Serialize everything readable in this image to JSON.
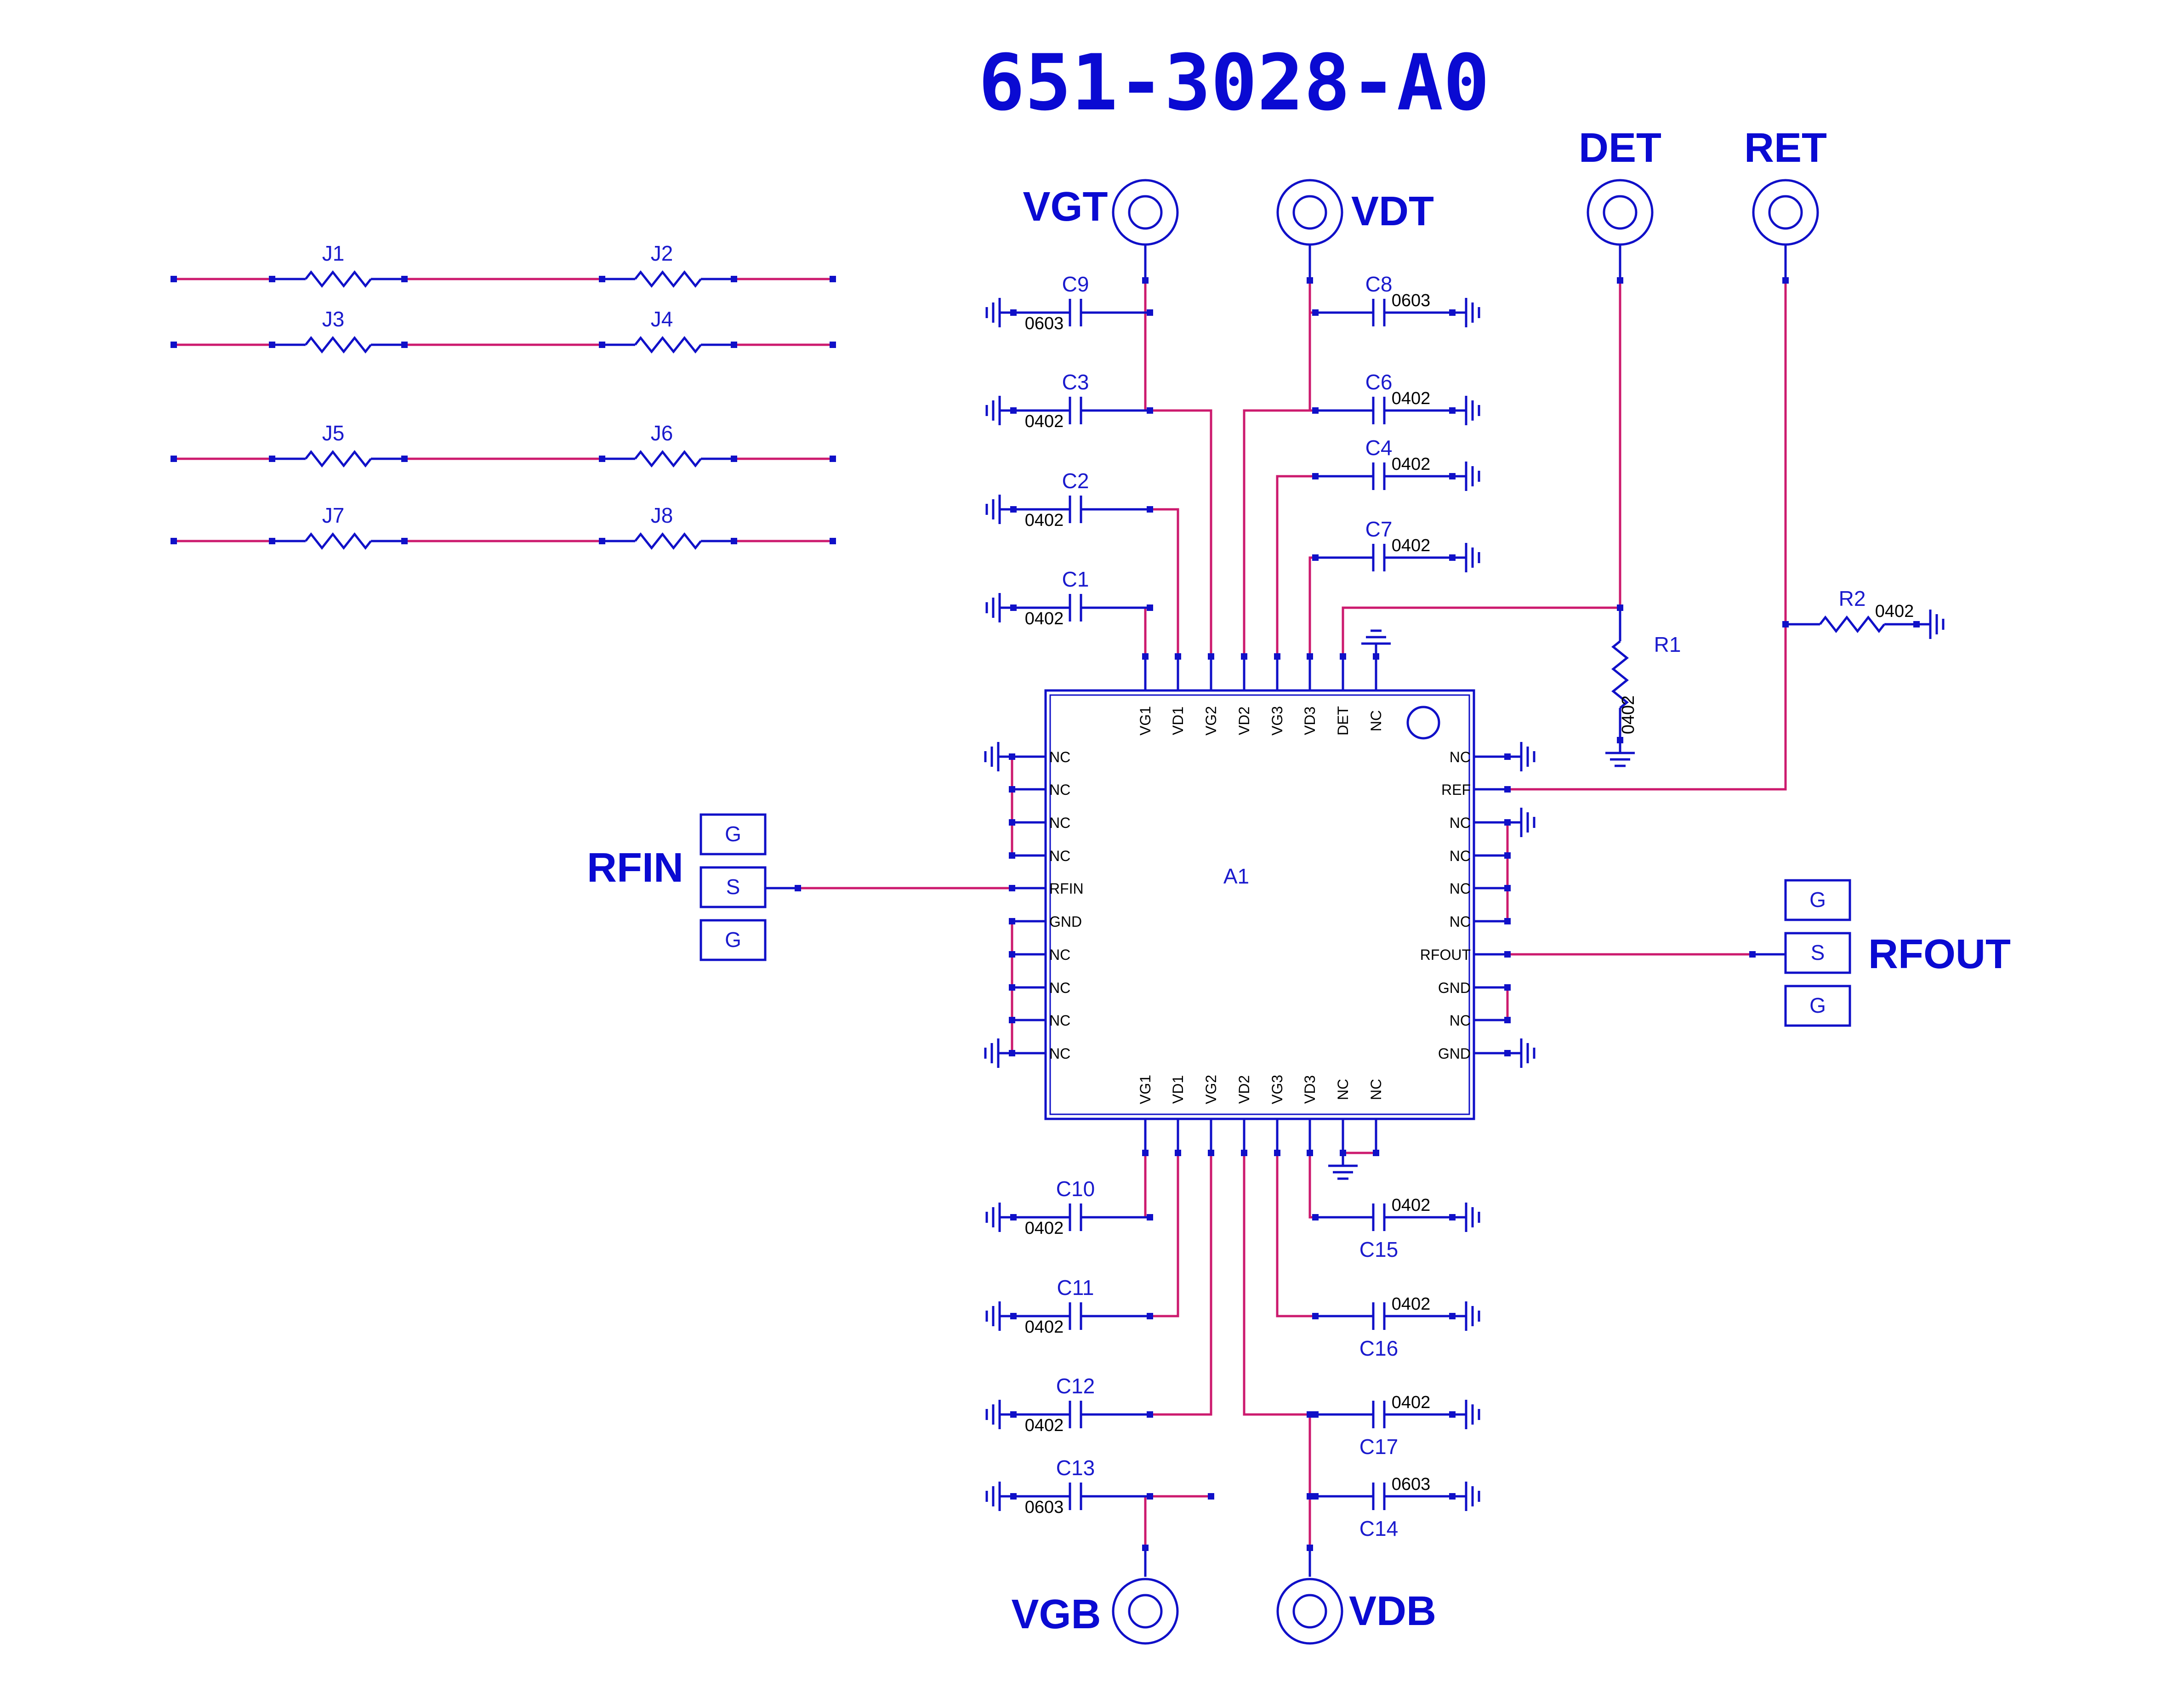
{
  "title": "651-3028-A0",
  "ports": {
    "vgt": "VGT",
    "vdt": "VDT",
    "det": "DET",
    "ret": "RET",
    "vgb": "VGB",
    "vdb": "VDB",
    "rfin": "RFIN",
    "rfout": "RFOUT"
  },
  "jumpers": {
    "j1": "J1",
    "j2": "J2",
    "j3": "J3",
    "j4": "J4",
    "j5": "J5",
    "j6": "J6",
    "j7": "J7",
    "j8": "J8"
  },
  "caps": {
    "c1": "C1",
    "c2": "C2",
    "c3": "C3",
    "c4": "C4",
    "c6": "C6",
    "c7": "C7",
    "c8": "C8",
    "c9": "C9",
    "c10": "C10",
    "c11": "C11",
    "c12": "C12",
    "c13": "C13",
    "c14": "C14",
    "c15": "C15",
    "c16": "C16",
    "c17": "C17"
  },
  "resistors": {
    "r1": "R1",
    "r2": "R2"
  },
  "pkg": {
    "p0402": "0402",
    "p0603": "0603"
  },
  "ic": {
    "ref": "A1",
    "top_pins": [
      "VG1",
      "VD1",
      "VG2",
      "VD2",
      "VG3",
      "VD3",
      "DET",
      "NC"
    ],
    "bottom_pins": [
      "VG1",
      "VD1",
      "VG2",
      "VD2",
      "VG3",
      "VD3",
      "NC",
      "NC"
    ],
    "left_pins": [
      "NC",
      "NC",
      "NC",
      "NC",
      "RFIN",
      "GND",
      "NC",
      "NC",
      "NC",
      "NC"
    ],
    "right_pins": [
      "NC",
      "REF",
      "NC",
      "NC",
      "NC",
      "NC",
      "RFOUT",
      "GND",
      "NC",
      "GND"
    ]
  },
  "gsg": {
    "g": "G",
    "s": "S"
  },
  "colors": {
    "component": "#1010c8",
    "wire": "#cc1a6e",
    "title": "#0a0ad2"
  }
}
